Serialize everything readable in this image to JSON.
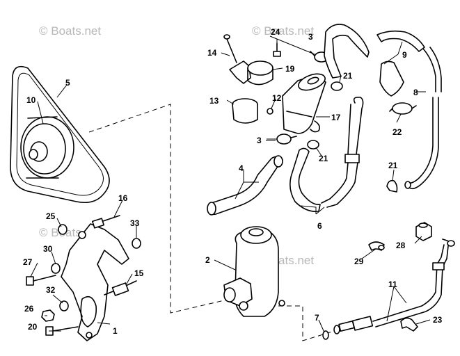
{
  "watermark": "© Boats.net",
  "callouts": {
    "c1": "1",
    "c2": "2",
    "c3a": "3",
    "c3b": "3",
    "c4": "4",
    "c5": "5",
    "c6": "6",
    "c7": "7",
    "c8": "8",
    "c9": "9",
    "c10": "10",
    "c11": "11",
    "c12": "12",
    "c13": "13",
    "c14": "14",
    "c15": "15",
    "c16": "16",
    "c17": "17",
    "c19": "19",
    "c20": "20",
    "c21a": "21",
    "c21b": "21",
    "c21c": "21",
    "c22": "22",
    "c23": "23",
    "c24": "24",
    "c25": "25",
    "c26": "26",
    "c27": "27",
    "c28": "28",
    "c29": "29",
    "c30": "30",
    "c32": "32",
    "c33": "33"
  }
}
